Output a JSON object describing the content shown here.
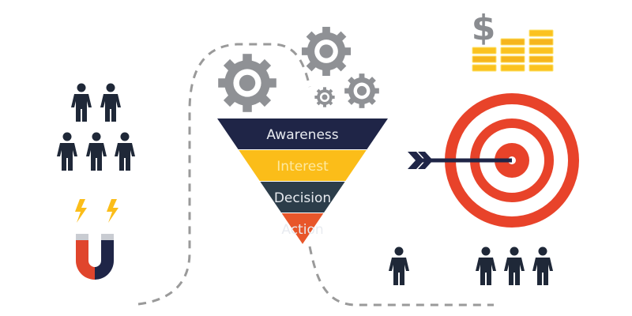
{
  "funnel": {
    "stages": [
      {
        "label": "Awareness",
        "color": "#1f2547"
      },
      {
        "label": "Interest",
        "color": "#fbbd19"
      },
      {
        "label": "Decision",
        "color": "#2c3d4a"
      },
      {
        "label": "Action",
        "color": "#e8562a"
      }
    ]
  },
  "money": {
    "symbol": "$",
    "coin_color": "#fbc21f",
    "symbol_color": "#8a8c90"
  },
  "colors": {
    "person": "#1f2838",
    "target": "#e8432a",
    "gear": "#8f9195",
    "dash": "#9a9a9a",
    "magnet_red": "#e0452c",
    "magnet_navy": "#1f2547",
    "bolt": "#fbbd19"
  }
}
